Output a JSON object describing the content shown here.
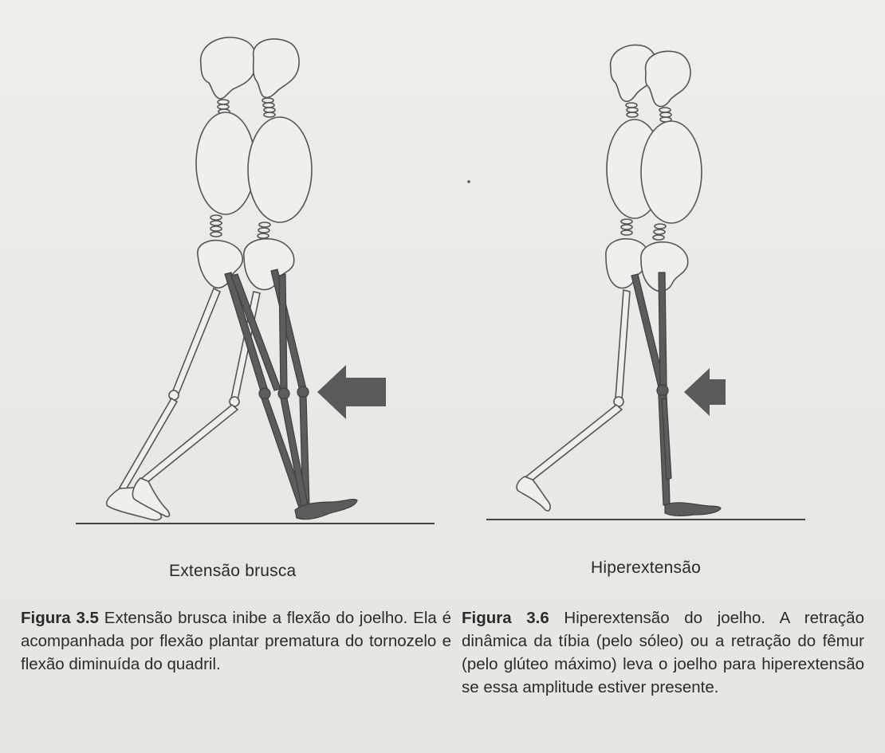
{
  "figures": {
    "left": {
      "label": "Extensão brusca",
      "caption_number": "Figura 3.5",
      "caption_text": "Extensão brusca inibe a flexão do joelho. Ela é acompanhada por flexão plantar prematura do tornozelo e flexão diminuída do quadril."
    },
    "right": {
      "label": "Hiperextensão",
      "caption_number": "Figura 3.6",
      "caption_text": "Hiperextensão do joelho. A retração dinâmica da tíbia (pelo sóleo) ou a retração do fêmur (pelo glúteo máximo) leva o joelho para hiperextensão se essa amplitude estiver presente."
    }
  },
  "colors": {
    "paper": "#ecebe7",
    "line": "#555555",
    "dark_leg": "#5c5c5c",
    "arrow": "#5a5a5a"
  }
}
